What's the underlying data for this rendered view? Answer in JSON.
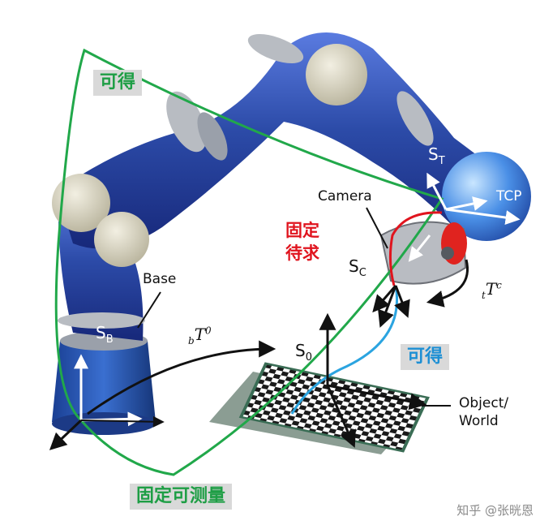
{
  "labels": {
    "reachable_top": "可得",
    "reachable_right": "可得",
    "fixed_solve": [
      "固定",
      "待求"
    ],
    "fixed_measurable": "固定可测量",
    "camera": "Camera",
    "base": "Base",
    "tcp": "TCP",
    "object_world": [
      "Object/",
      "World"
    ]
  },
  "frames": {
    "s_t": {
      "main": "S",
      "sub": "T"
    },
    "s_c": {
      "main": "S",
      "sub": "C"
    },
    "s_b": {
      "main": "S",
      "sub": "B"
    },
    "s_0": {
      "main": "S",
      "sub": "0"
    }
  },
  "transforms": {
    "b_t_0": {
      "pre": "b",
      "main": "T",
      "sup": "0"
    },
    "t_t_c": {
      "pre": "t",
      "main": "T",
      "sup": "c"
    }
  },
  "watermark": "知乎 @张晄恩",
  "colors": {
    "robot_blue": "#2c4ba8",
    "joint_gray": "#cfcbb8",
    "loop_green": "#21a84a",
    "hand_eye_red": "#e0141e",
    "object_path_blue": "#2ba4e0",
    "badge_bg": "#d9d9d9"
  }
}
